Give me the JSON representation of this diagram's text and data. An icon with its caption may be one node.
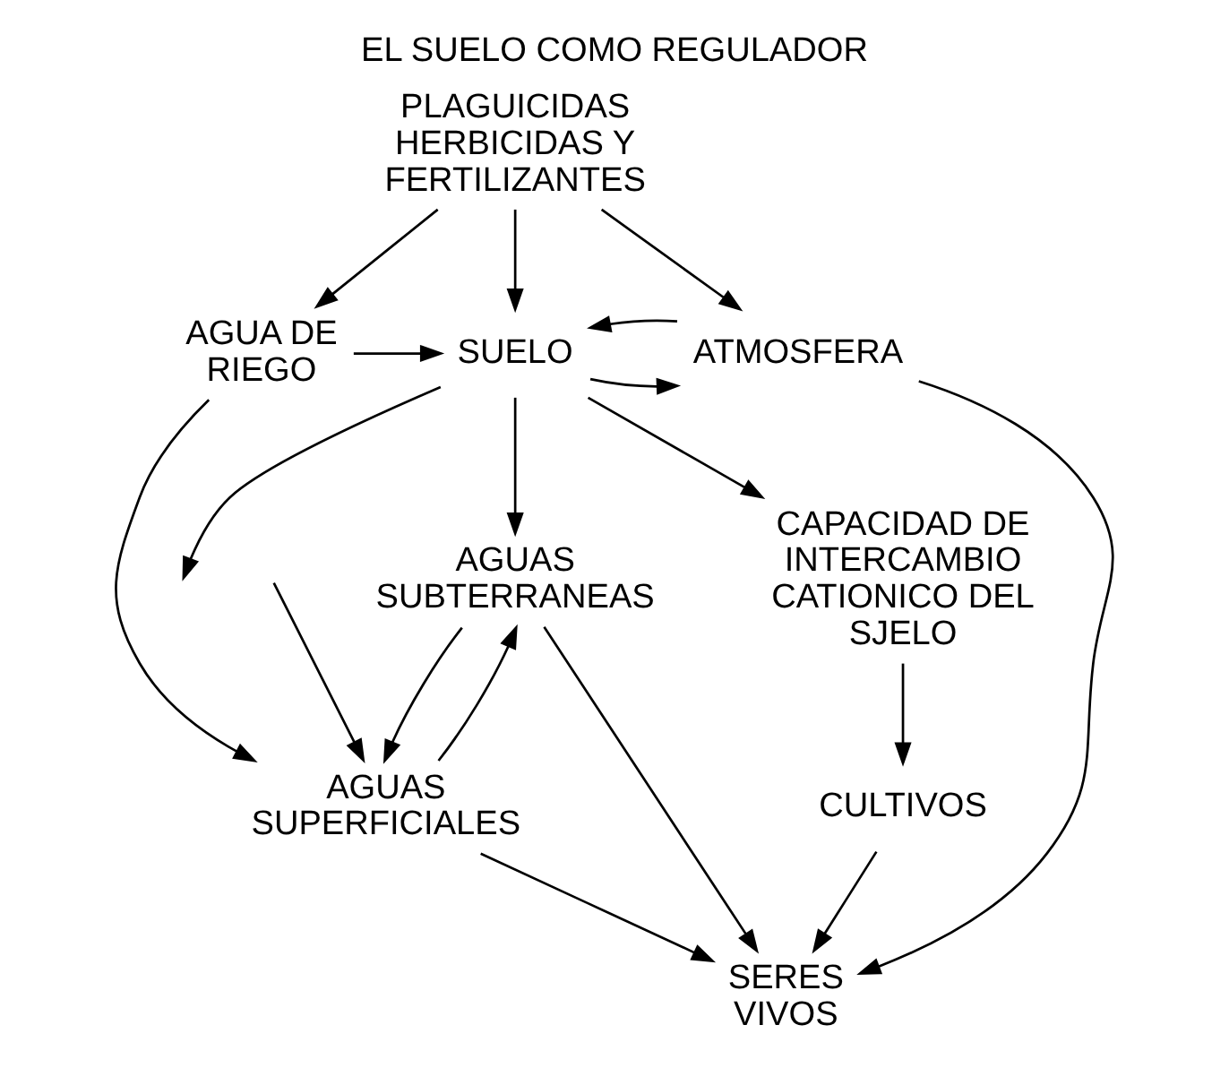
{
  "diagram": {
    "title": "EL SUELO COMO REGULADOR",
    "nodes": [
      {
        "text": [
          "PLAGUICIDAS HERBICIDAS Y FERTILIZANTES"
        ]
      },
      {
        "text": [
          "ATMOSFERA"
        ]
      },
      {
        "text": [
          "SUELO"
        ]
      },
      {
        "text": [
          "AGUA DE RIEGO"
        ]
      },
      {
        "text": [
          "CAPACIDAD DE INTERCAMBIO CATIONICO DEL SJELO"
        ]
      },
      {
        "text": [
          "AGUAS SUPERFICIALES"
        ]
      },
      {
        "text": [
          "AGUAS SUBTERRANEAS"
        ]
      },
      {
        "text": [
          "CULTIVOS"
        ]
      },
      {
        "text": [
          "SERES VIVOS"
        ]
      }
    ],
    "edges": [
      {
        "from": 0,
        "to": 1,
        "arrow": "to"
      },
      {
        "from": 0,
        "to": 2,
        "arrow": "to"
      },
      {
        "from": 0,
        "to": 3,
        "arrow": "to"
      },
      {
        "from": 2,
        "to": 1,
        "arrow": "to"
      },
      {
        "from": 1,
        "to": 2,
        "arrow": "to"
      },
      {
        "from": 3,
        "to": 2,
        "arrow": "to"
      },
      {
        "from": 2,
        "to": 4,
        "arrow": "to"
      },
      {
        "from": 2,
        "to": null,
        "arrow": "to"
      },
      {
        "from": 2,
        "to": 6,
        "arrow": "to"
      },
      {
        "from": null,
        "to": 5,
        "arrow": "to"
      },
      {
        "from": 3,
        "to": 5,
        "arrow": "to"
      },
      {
        "from": 6,
        "to": 5,
        "arrow": "to"
      },
      {
        "from": 5,
        "to": 6,
        "arrow": "to"
      },
      {
        "from": 4,
        "to": 7,
        "arrow": "to"
      },
      {
        "from": 1,
        "to": 8,
        "arrow": "to"
      },
      {
        "from": 7,
        "to": 8,
        "arrow": "to"
      },
      {
        "from": 6,
        "to": 8,
        "arrow": "to"
      },
      {
        "from": 5,
        "to": 8,
        "arrow": "to"
      }
    ]
  }
}
